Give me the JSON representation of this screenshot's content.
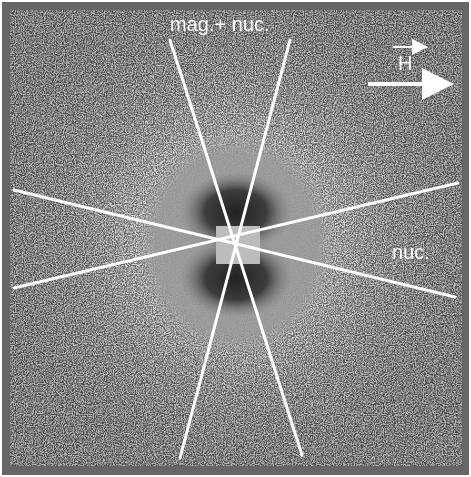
{
  "labels": {
    "top": "mag.+ nuc.",
    "right": "nuc.",
    "field": "H"
  },
  "colors": {
    "frame": "#6b6b6b",
    "lines": "#ffffff",
    "text": "#ffffff"
  }
}
